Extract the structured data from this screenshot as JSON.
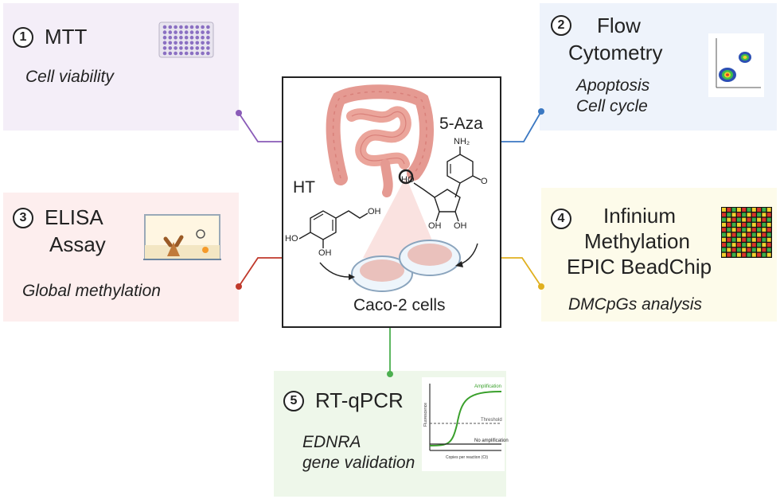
{
  "panels": {
    "mtt": {
      "number": "1",
      "title": "MTT",
      "subtitle": "Cell viability",
      "color": "#8a5bb8",
      "bg": "#f4eef8"
    },
    "flow": {
      "number": "2",
      "title_line1": "Flow",
      "title_line2": "Cytometry",
      "subtitle_line1": "Apoptosis",
      "subtitle_line2": "Cell cycle",
      "color": "#3b78c2",
      "bg": "#eef3fb"
    },
    "elisa": {
      "number": "3",
      "title_line1": "ELISA",
      "title_line2": "Assay",
      "subtitle": "Global methylation",
      "color": "#c0392b",
      "bg": "#fdeeee"
    },
    "infinium": {
      "number": "4",
      "title_line1": "Infinium",
      "title_line2": "Methylation",
      "title_line3": "EPIC BeadChip",
      "subtitle": "DMCpGs analysis",
      "color": "#e0b020",
      "bg": "#fdfbea"
    },
    "rtqpcr": {
      "number": "5",
      "title": "RT-qPCR",
      "subtitle_line1": "EDNRA",
      "subtitle_line2": "gene validation",
      "color": "#4caf50",
      "bg": "#eef7ea"
    }
  },
  "center": {
    "compound_a": "HT",
    "compound_b": "5-Aza",
    "cells_label": "Caco-2 cells",
    "ht_labels": {
      "oh1": "OH",
      "ho": "HO",
      "oh2": "OH"
    },
    "aza_labels": {
      "nh2": "NH₂",
      "o": "O",
      "ho": "HO",
      "oh1": "OH",
      "oh2": "OH"
    }
  },
  "qpcr_plot": {
    "amplification": "Amplification",
    "threshold": "Threshold",
    "no_amplification": "No amplification",
    "ylabel": "Fluorescence",
    "xlabel": "Copies per reaction (Ct)"
  }
}
